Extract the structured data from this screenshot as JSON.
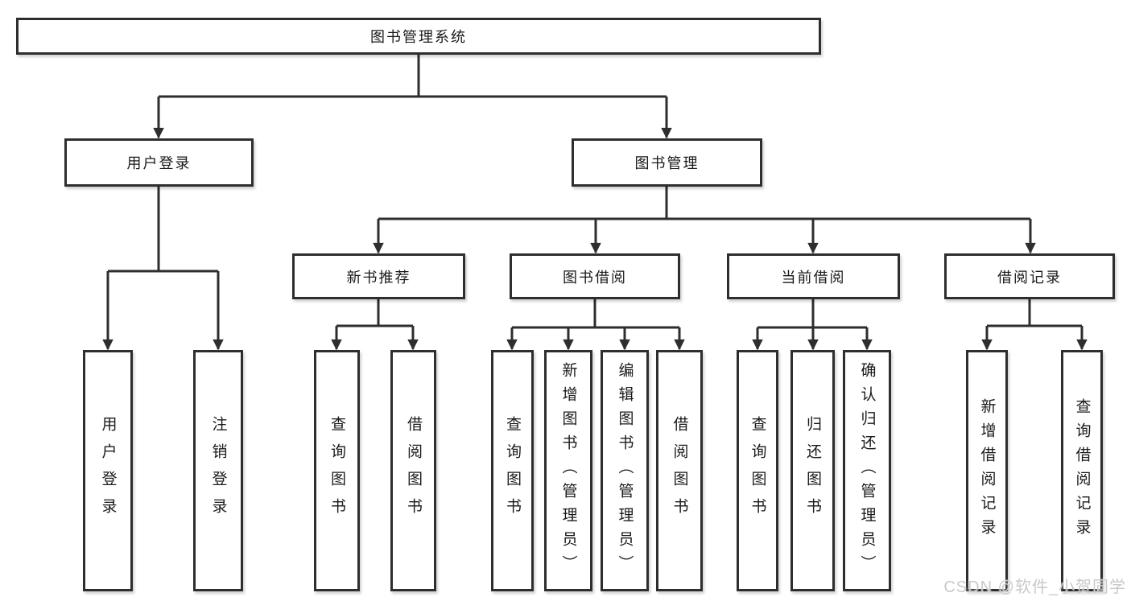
{
  "tree": {
    "label": "图书管理系统",
    "children": [
      {
        "label": "用户登录",
        "children": [
          {
            "label": "用户登录"
          },
          {
            "label": "注销登录"
          }
        ]
      },
      {
        "label": "图书管理",
        "children": [
          {
            "label": "新书推荐",
            "children": [
              {
                "label": "查询图书"
              },
              {
                "label": "借阅图书"
              }
            ]
          },
          {
            "label": "图书借阅",
            "children": [
              {
                "label": "查询图书"
              },
              {
                "label": "新增图书（管理员）"
              },
              {
                "label": "编辑图书（管理员）"
              },
              {
                "label": "借阅图书"
              }
            ]
          },
          {
            "label": "当前借阅",
            "children": [
              {
                "label": "查询图书"
              },
              {
                "label": "归还图书"
              },
              {
                "label": "确认归还（管理员）"
              }
            ]
          },
          {
            "label": "借阅记录",
            "children": [
              {
                "label": "新增借阅记录"
              },
              {
                "label": "查询借阅记录"
              }
            ]
          }
        ]
      }
    ]
  },
  "watermark": {
    "text": "CSDN @软件_小贺同学"
  },
  "colors": {
    "line": "#2e2e2e",
    "box_border": "#2e2e2e",
    "text": "#1a1a1a",
    "watermark": "#c9c9c9",
    "background": "#ffffff"
  }
}
